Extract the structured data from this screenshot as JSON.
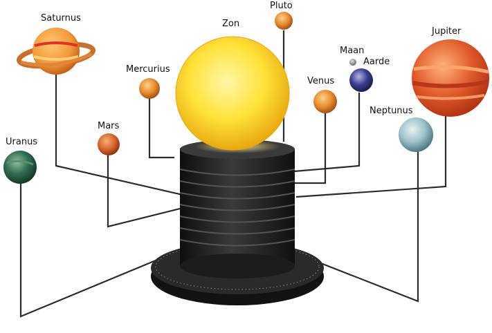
{
  "labels": {
    "saturnus": "Saturnus",
    "pluto": "Pluto",
    "zon": "Zon",
    "maan": "Maan",
    "aarde": "Aarde",
    "jupiter": "Jupiter",
    "mercurius": "Mercurius",
    "venus": "Venus",
    "mars": "Mars",
    "neptunus": "Neptunus",
    "uranus": "Uranus"
  },
  "colors": {
    "sun": "#FFE23A",
    "base": "#1A1A1A",
    "rod": "#2B2B2B",
    "jupiter": "#E0582A",
    "saturn": "#F29A3A",
    "neptune": "#8FB6BF",
    "uranus": "#2F6B52",
    "earth": "#3A3F8F",
    "venus": "#E58A2C",
    "mars": "#D3652E",
    "mercury": "#E08E3E",
    "pluto": "#C9823F",
    "moon": "#9A9A9A"
  }
}
